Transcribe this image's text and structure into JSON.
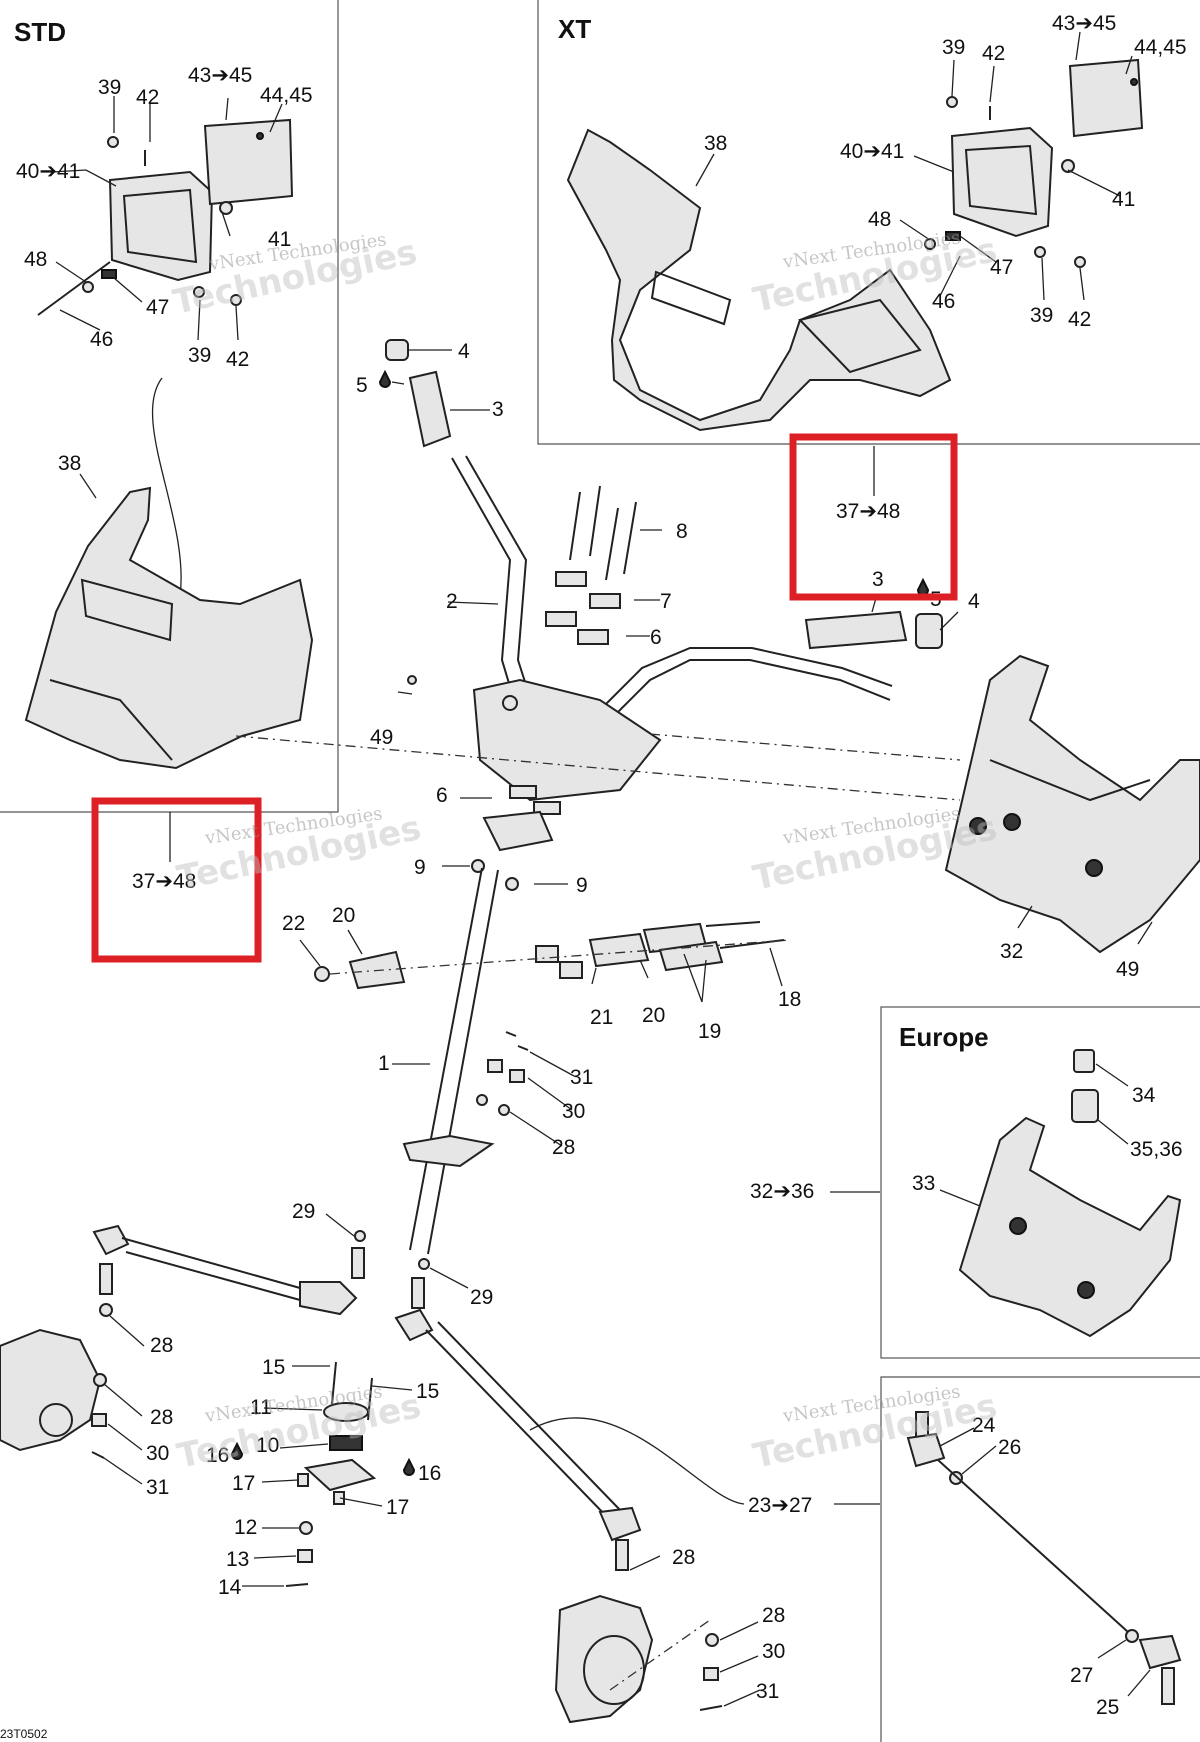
{
  "sections": {
    "std": "STD",
    "xt": "XT",
    "europe": "Europe"
  },
  "watermark": {
    "line1": "vNext Technologies",
    "line2": "Technologies"
  },
  "drawing_code": "23T0502",
  "callouts": {
    "std_43_45": "43➔45",
    "std_44_45": "44,45",
    "std_39": "39",
    "std_42a": "42",
    "std_40_41": "40➔41",
    "std_41": "41",
    "std_48": "48",
    "std_47": "47",
    "std_46": "46",
    "std_39b": "39",
    "std_42b": "42",
    "std_38": "38",
    "xt_43_45": "43➔45",
    "xt_44_45": "44,45",
    "xt_39": "39",
    "xt_42": "42",
    "xt_38": "38",
    "xt_40_41": "40➔41",
    "xt_41": "41",
    "xt_48": "48",
    "xt_47": "47",
    "xt_46": "46",
    "xt_39b": "39",
    "xt_42b": "42",
    "c4": "4",
    "c5": "5",
    "c3": "3",
    "c8": "8",
    "c2": "2",
    "c7": "7",
    "c6": "6",
    "c49": "49",
    "c6b": "6",
    "c9a": "9",
    "c9b": "9",
    "r37_48_right": "37➔48",
    "r3": "3",
    "r5": "5",
    "r4": "4",
    "r37_48_left": "37➔48",
    "c32": "32",
    "c49b": "49",
    "c22": "22",
    "c20": "20",
    "c21": "21",
    "c20b": "20",
    "c19": "19",
    "c18": "18",
    "c1": "1",
    "c31": "31",
    "c30": "30",
    "c28": "28",
    "c29": "29",
    "c29b": "29",
    "c28b": "28",
    "c28c": "28",
    "c30b": "30",
    "c31b": "31",
    "c15": "15",
    "c15b": "15",
    "c11": "11",
    "c10": "10",
    "c16": "16",
    "c16b": "16",
    "c17": "17",
    "c17b": "17",
    "c12": "12",
    "c13": "13",
    "c14": "14",
    "c28d": "28",
    "c28e": "28",
    "c30c": "30",
    "c31c": "31",
    "c23_27": "23➔27",
    "eu_34": "34",
    "eu_35_36": "35,36",
    "eu_33": "33",
    "eu_32_36": "32➔36",
    "c24": "24",
    "c26": "26",
    "c27": "27",
    "c25": "25"
  },
  "colors": {
    "highlight": "#dd1f26",
    "ink": "#222222"
  }
}
